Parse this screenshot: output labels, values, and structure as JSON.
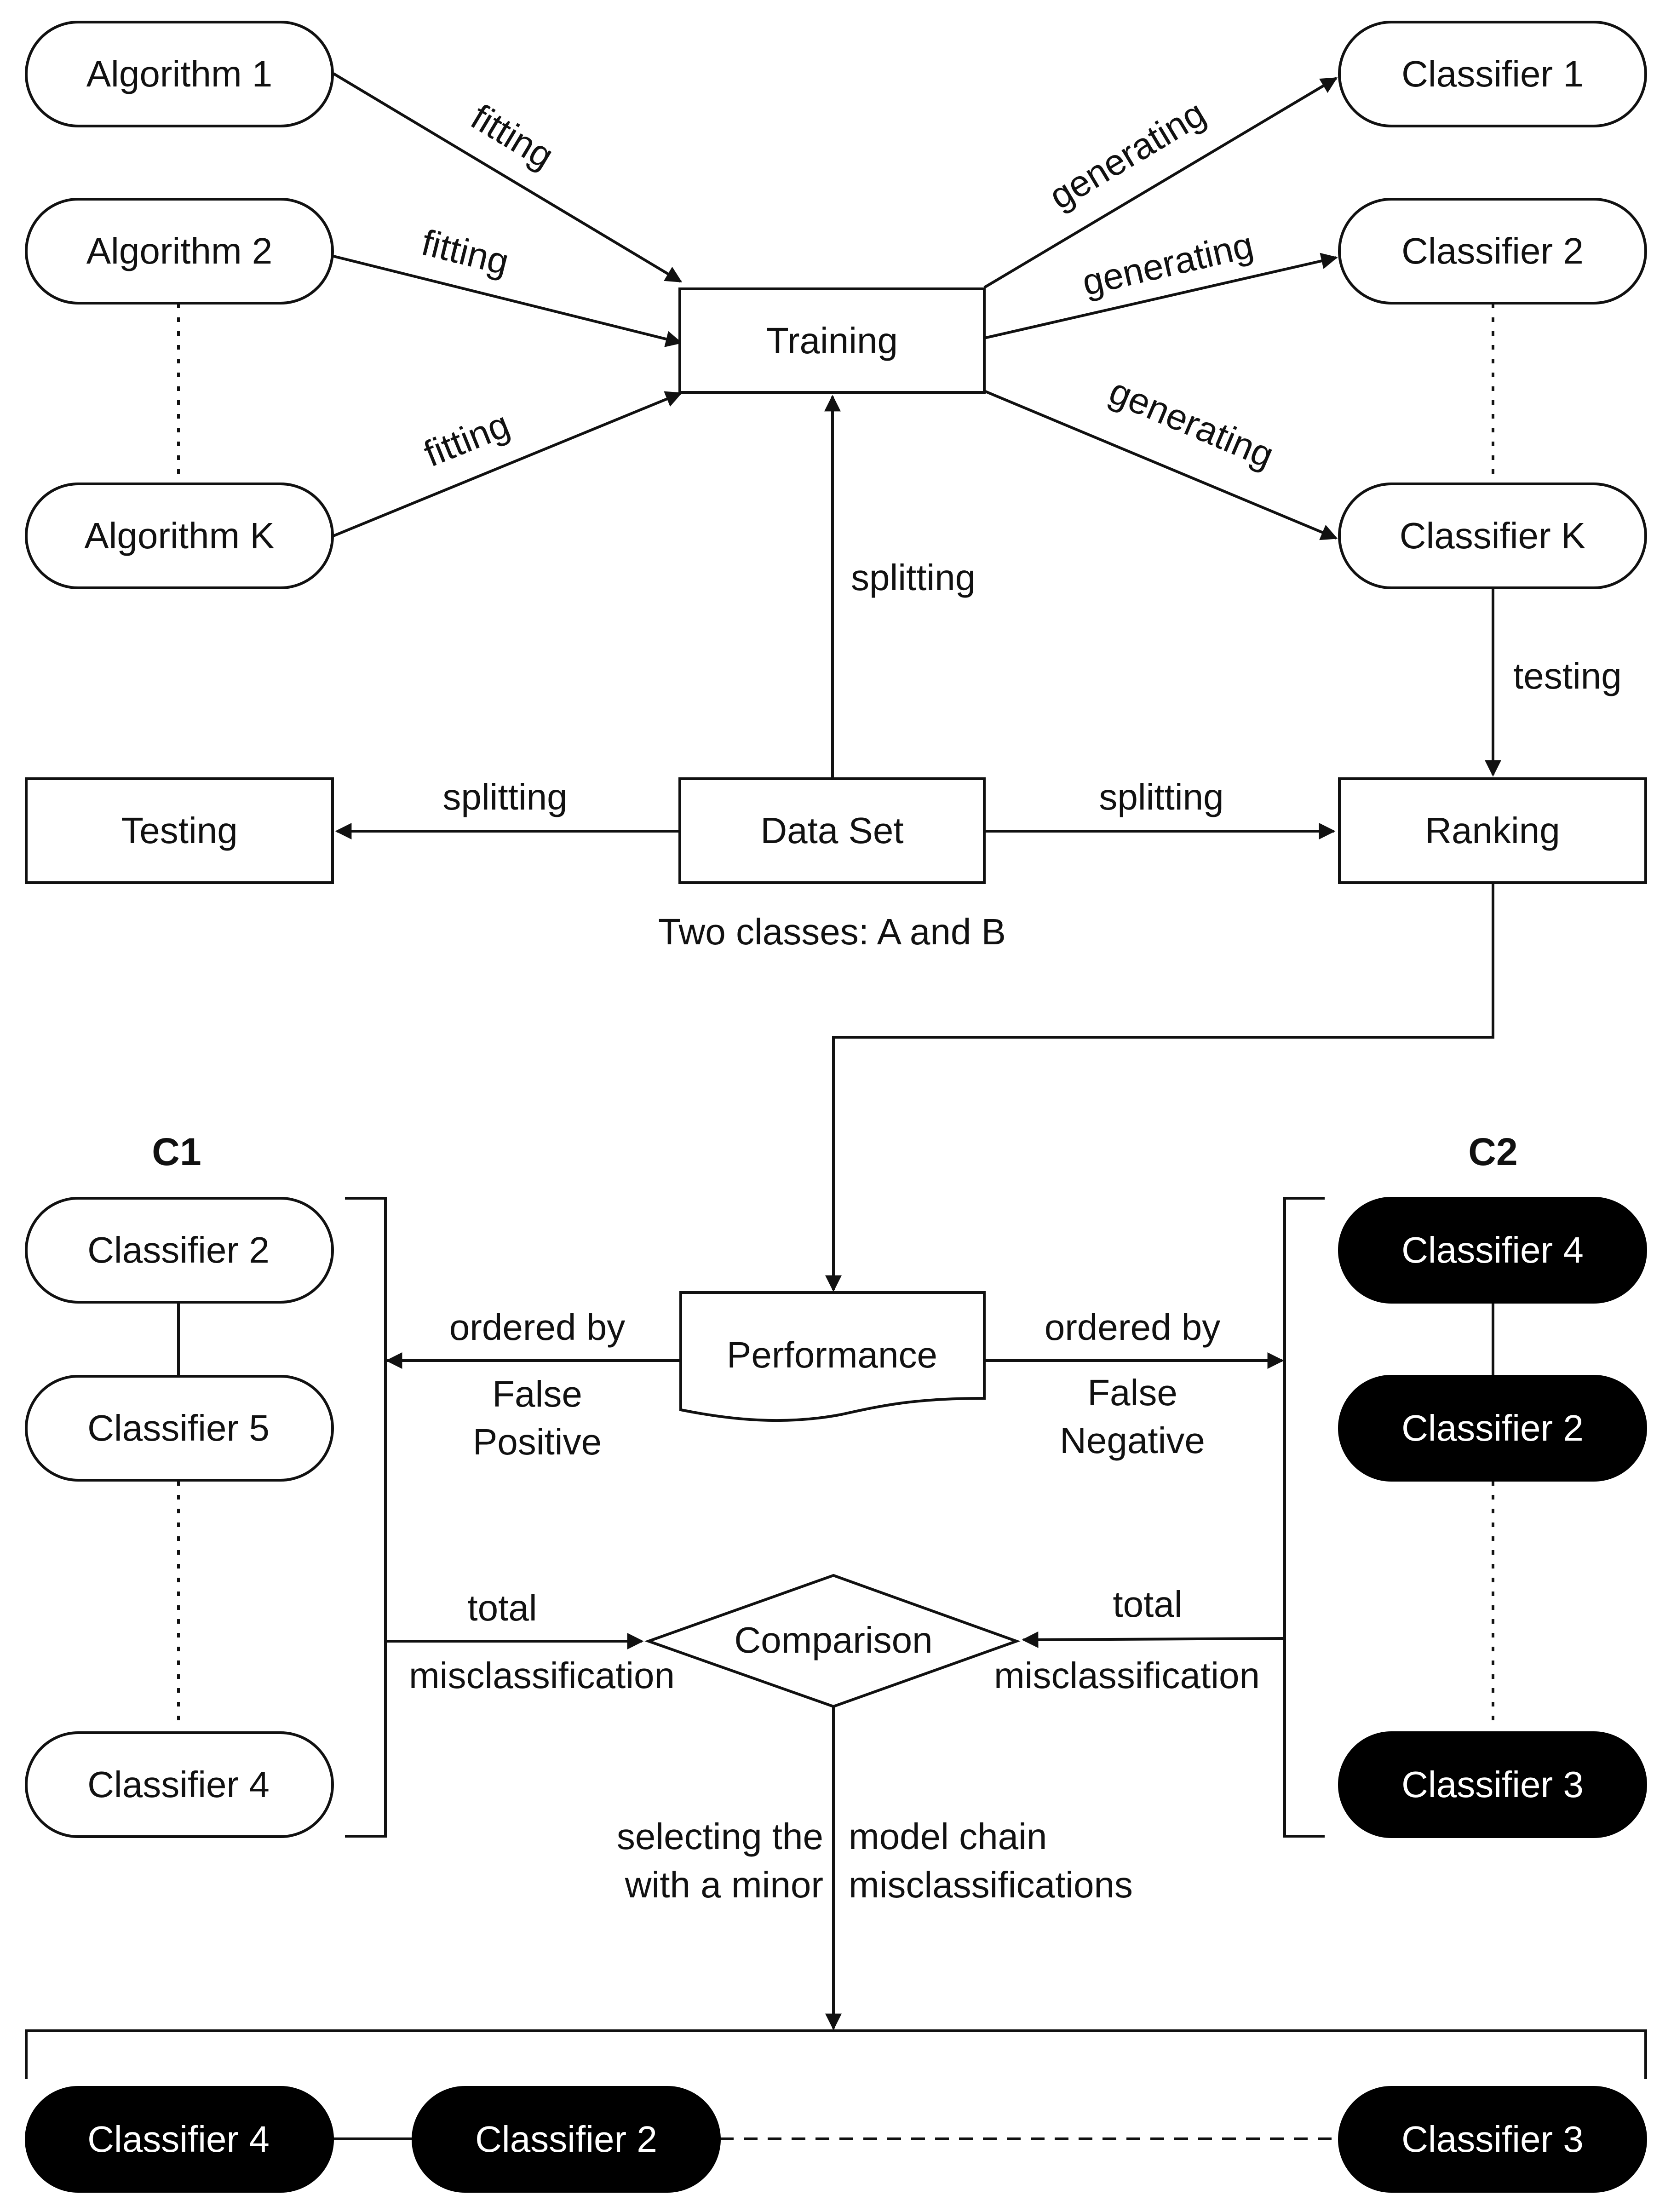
{
  "nodes": {
    "algorithm_1": "Algorithm 1",
    "algorithm_2": "Algorithm 2",
    "algorithm_k": "Algorithm K",
    "training": "Training",
    "classifier_1": "Classifier 1",
    "classifier_2": "Classifier 2",
    "classifier_k": "Classifier K",
    "testing": "Testing",
    "data_set": "Data Set",
    "ranking": "Ranking",
    "performance": "Performance",
    "comparison": "Comparison"
  },
  "edge_labels": {
    "fitting": "fitting",
    "generating": "generating",
    "splitting": "splitting",
    "testing": "testing",
    "ordered_by": "ordered by",
    "false_positive_1": "False",
    "false_positive_2": "Positive",
    "false_negative_1": "False",
    "false_negative_2": "Negative",
    "total": "total",
    "misclassification": "misclassification",
    "select_left_1": "selecting the",
    "select_left_2": "with a minor",
    "select_right_1": "model chain",
    "select_right_2": "misclassifications"
  },
  "dataset_caption": "Two classes: A and B",
  "groups": {
    "c1": {
      "title": "C1",
      "classifiers": [
        "Classifier 2",
        "Classifier 5",
        "Classifier 4"
      ]
    },
    "c2": {
      "title": "C2",
      "classifiers": [
        "Classifier 4",
        "Classifier 2",
        "Classifier 3"
      ]
    }
  },
  "final_chain": [
    "Classifier 4",
    "Classifier 2",
    "Classifier 3"
  ],
  "colors": {
    "stroke": "#111111",
    "filled_node": "#000000",
    "background": "#ffffff"
  }
}
